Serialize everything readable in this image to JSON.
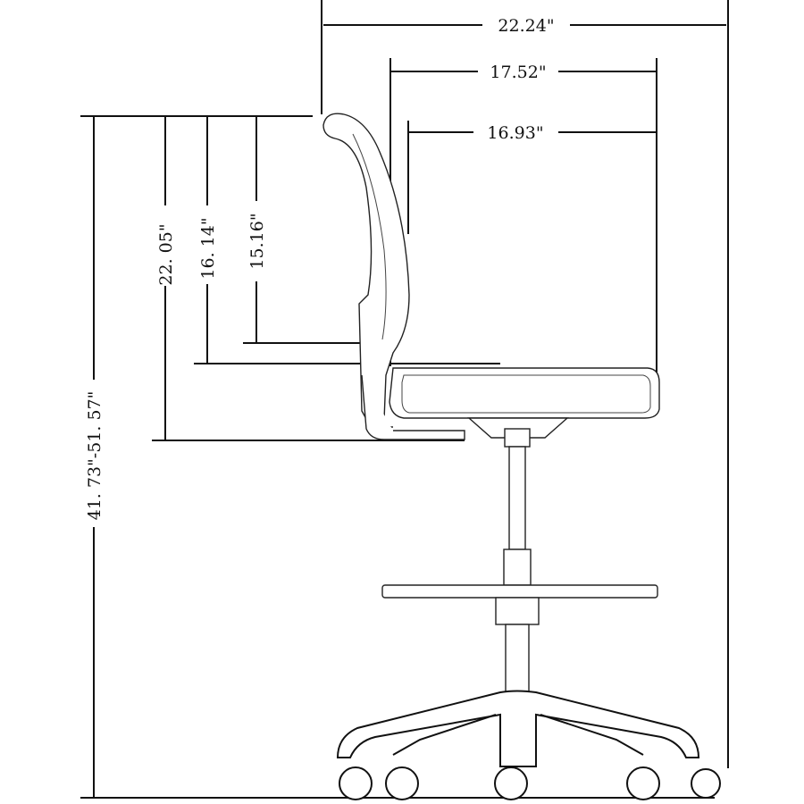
{
  "title": "Chair dimension diagram",
  "dimensions": {
    "overall_depth": "22.24\"",
    "seat_depth": "17.52\"",
    "seat_depth_inner": "16.93\"",
    "back_height_total": "22. 05\"",
    "back_height": "16. 14\"",
    "back_height_inner": "15.16\"",
    "overall_height": "41. 73\"-51. 57\""
  },
  "colors": {
    "line": "#111111",
    "background": "#ffffff"
  }
}
